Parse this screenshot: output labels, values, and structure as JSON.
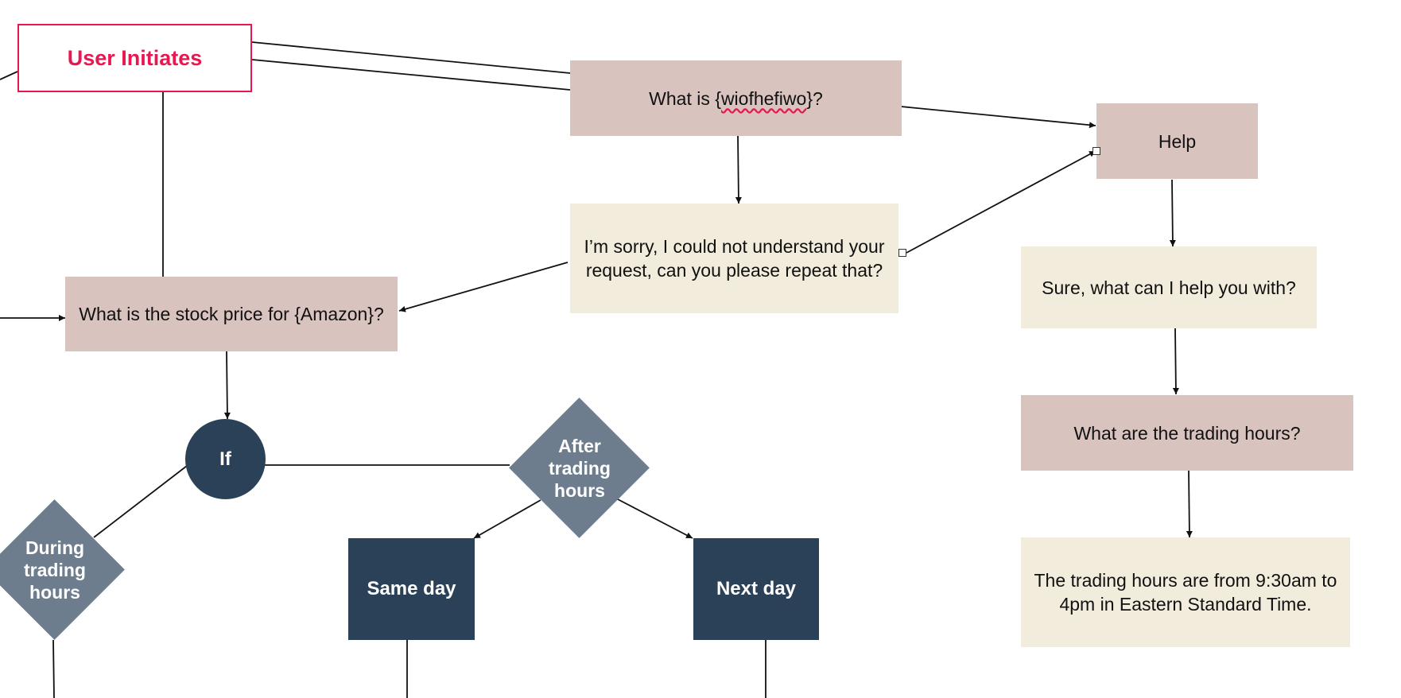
{
  "nodes": {
    "user_initiates": "User Initiates",
    "what_is_prefix": "What is {",
    "what_is_word": "wiofhefiwo",
    "what_is_suffix": "}?",
    "help": "Help",
    "sorry": "I’m sorry, I could not understand your request, can you please repeat that?",
    "stock_price": "What is the stock price for {Amazon}?",
    "sure_help": "Sure, what can I help you with?",
    "trading_hours_q": "What are the trading hours?",
    "trading_hours_a": "The trading hours are from 9:30am to 4pm in Eastern Standard Time.",
    "if": "If",
    "after_hours": "After trading hours",
    "during_hours": "During trading hours",
    "same_day": "Same day",
    "next_day": "Next day"
  },
  "colors": {
    "question_fill": "#d9c3be",
    "response_fill": "#f2ecdc",
    "start_border": "#e8174f",
    "dark_fill": "#2b4158",
    "diamond_fill": "#6d7d8d"
  }
}
